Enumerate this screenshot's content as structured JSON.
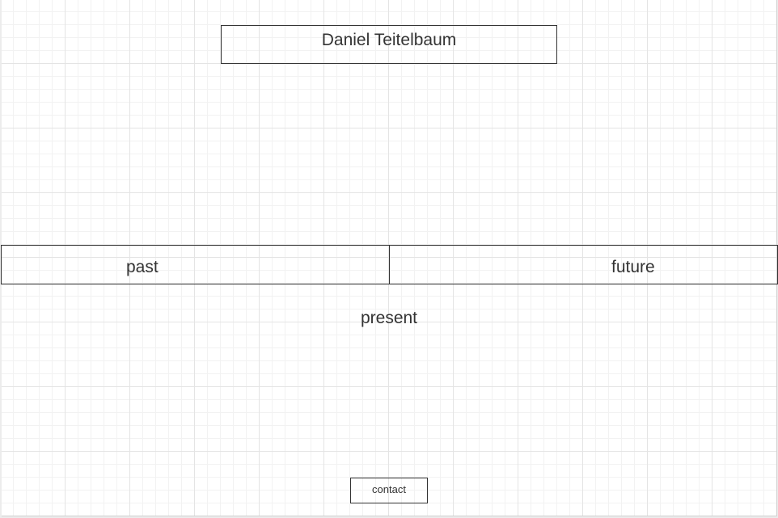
{
  "header": {
    "name": "Daniel Teitelbaum"
  },
  "nav": {
    "past_label": "past",
    "future_label": "future",
    "present_label": "present"
  },
  "footer": {
    "contact_label": "contact"
  }
}
